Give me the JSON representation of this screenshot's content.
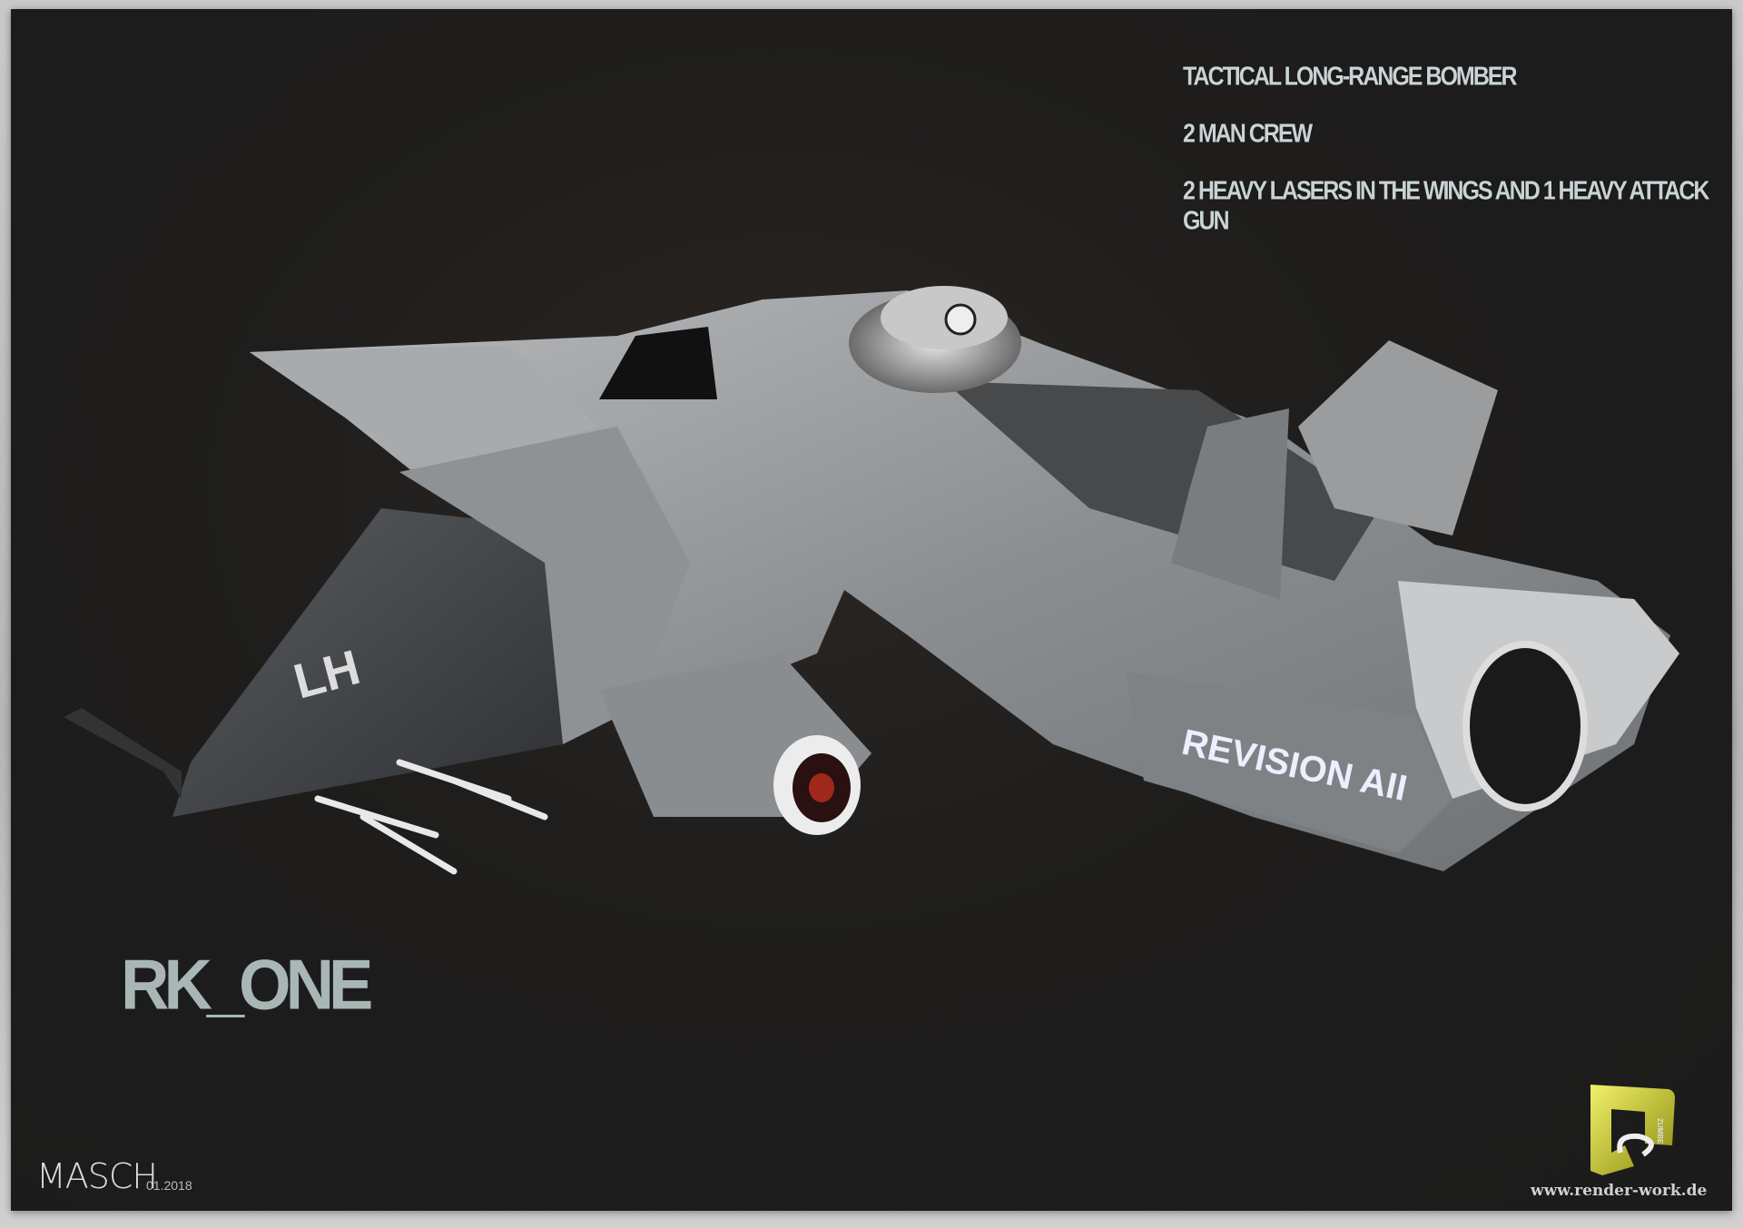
{
  "specs": [
    "TACTICAL LONG-RANGE BOMBER",
    "2 MAN CREW",
    "2 HEAVY LASERS IN THE WINGS AND 1 HEAVY ATTACK GUN"
  ],
  "title": "RK_ONE",
  "hull_marking": "REVISION AII",
  "wing_marking": "LH",
  "author": "MASCH",
  "date": "01.2018",
  "logo_text": "ZUMBE",
  "website": "www.render-work.de",
  "colors": {
    "background": "#1c1c1c",
    "text": "#c9d3d5",
    "logo": "#c8c820"
  }
}
